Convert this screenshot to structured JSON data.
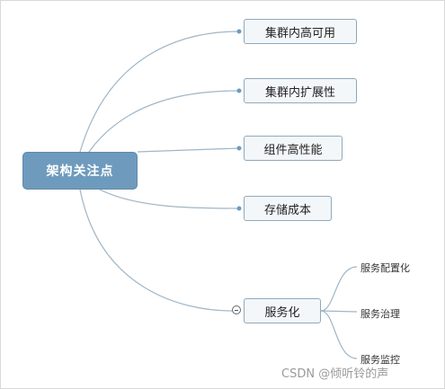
{
  "diagram": {
    "type": "mind-map",
    "root": "架构关注点",
    "topics": [
      {
        "label": "集群内高可用"
      },
      {
        "label": "集群内扩展性"
      },
      {
        "label": "组件高性能"
      },
      {
        "label": "存储成本"
      },
      {
        "label": "服务化",
        "collapsed": false,
        "children": [
          "服务配置化",
          "服务治理",
          "服务监控"
        ]
      }
    ]
  },
  "colors": {
    "root_fill": "#6e9bbd",
    "topic_border": "#8fa9bd",
    "topic_fill": "#f3f7fa",
    "link": "#9fb6c7"
  },
  "watermark": "CSDN @倾听铃的声"
}
